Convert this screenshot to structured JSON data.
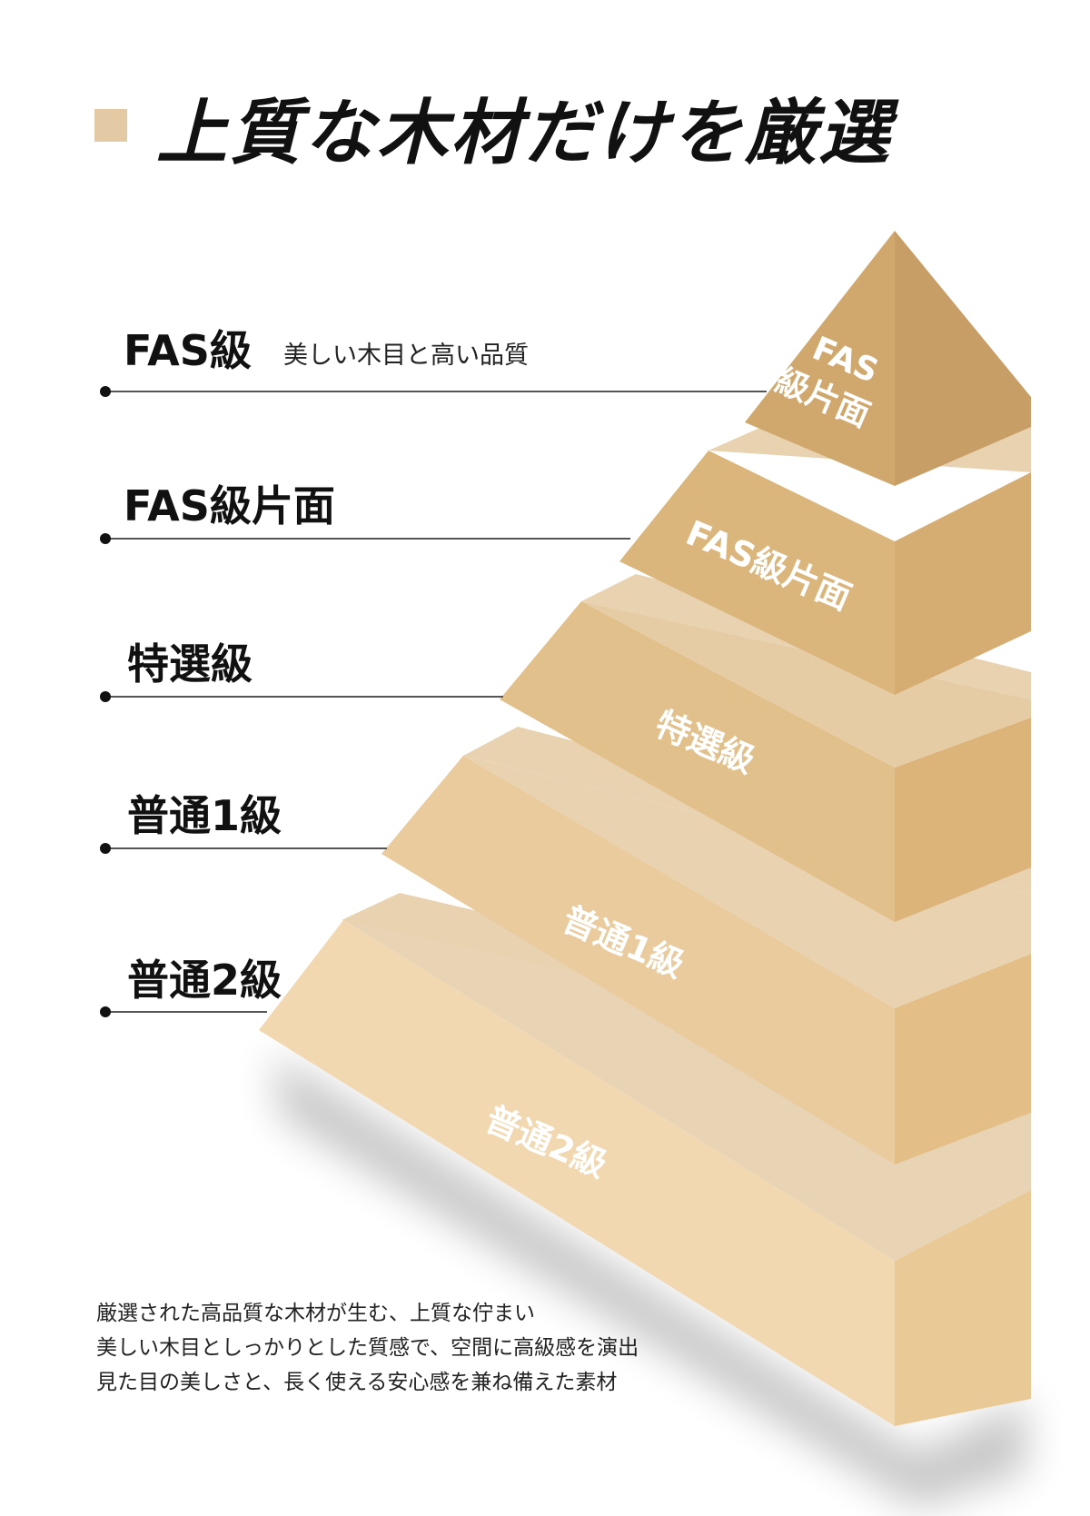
{
  "header": {
    "title": "上質な木材だけを厳選"
  },
  "grades": [
    {
      "label": "FAS級",
      "description": "美しい木目と高い品質"
    },
    {
      "label": "FAS級片面",
      "description": ""
    },
    {
      "label": "特選級",
      "description": ""
    },
    {
      "label": "普通1級",
      "description": ""
    },
    {
      "label": "普通2級",
      "description": ""
    }
  ],
  "pyramid": {
    "tiers": [
      {
        "line1": "FAS",
        "line2": "級片面"
      },
      {
        "line1": "FAS級片面"
      },
      {
        "line1": "特選級"
      },
      {
        "line1": "普通1級"
      },
      {
        "line1": "普通2級"
      }
    ]
  },
  "footer": {
    "lines": [
      "厳選された高品質な木材が生む、上質な佇まい",
      "美しい木目としっかりとした質感で、空間に高級感を演出",
      "見た目の美しさと、長く使える安心感を兼ね備えた素材"
    ]
  },
  "colors": {
    "accent": "#e3c9a4",
    "tier_top_front": "#d0a86d",
    "tier_top_side": "#c49e66",
    "tier_bottom_front": "#f1d8b1",
    "tier_bottom_side": "#e7c591"
  }
}
